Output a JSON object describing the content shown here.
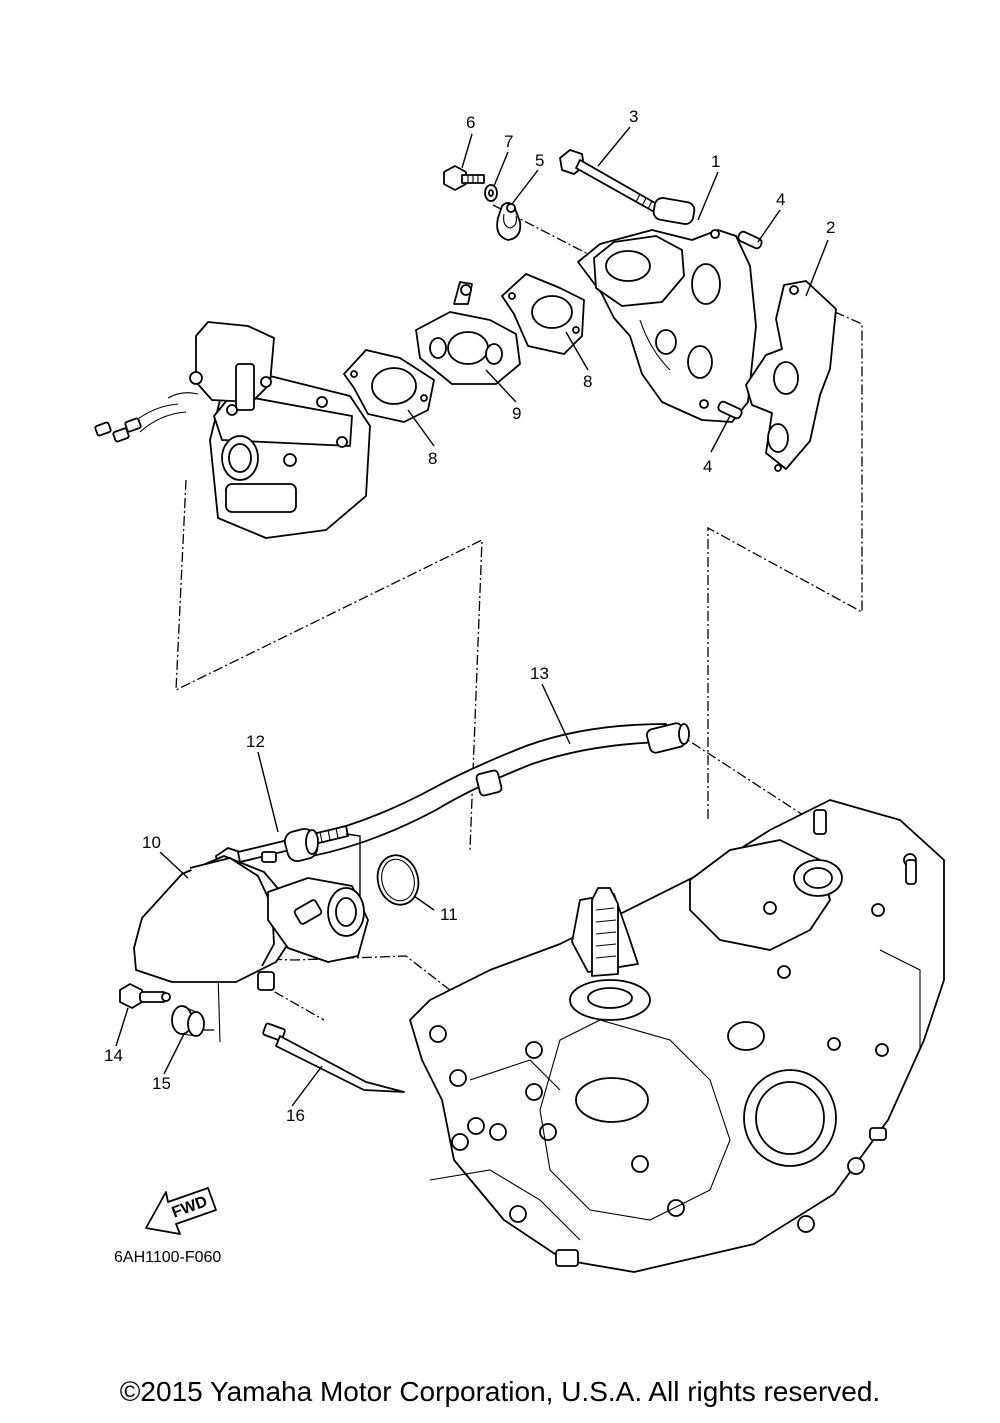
{
  "callouts": {
    "c1": "1",
    "c2": "2",
    "c3": "3",
    "c4a": "4",
    "c4b": "4",
    "c5": "5",
    "c6": "6",
    "c7": "7",
    "c8a": "8",
    "c8b": "8",
    "c9": "9",
    "c10": "10",
    "c11": "11",
    "c12": "12",
    "c13": "13",
    "c14": "14",
    "c15": "15",
    "c16": "16"
  },
  "fwd_label": "FWD",
  "diagram_code": "6AH1100-F060",
  "copyright": "©2015 Yamaha Motor Corporation, U.S.A. All rights reserved."
}
